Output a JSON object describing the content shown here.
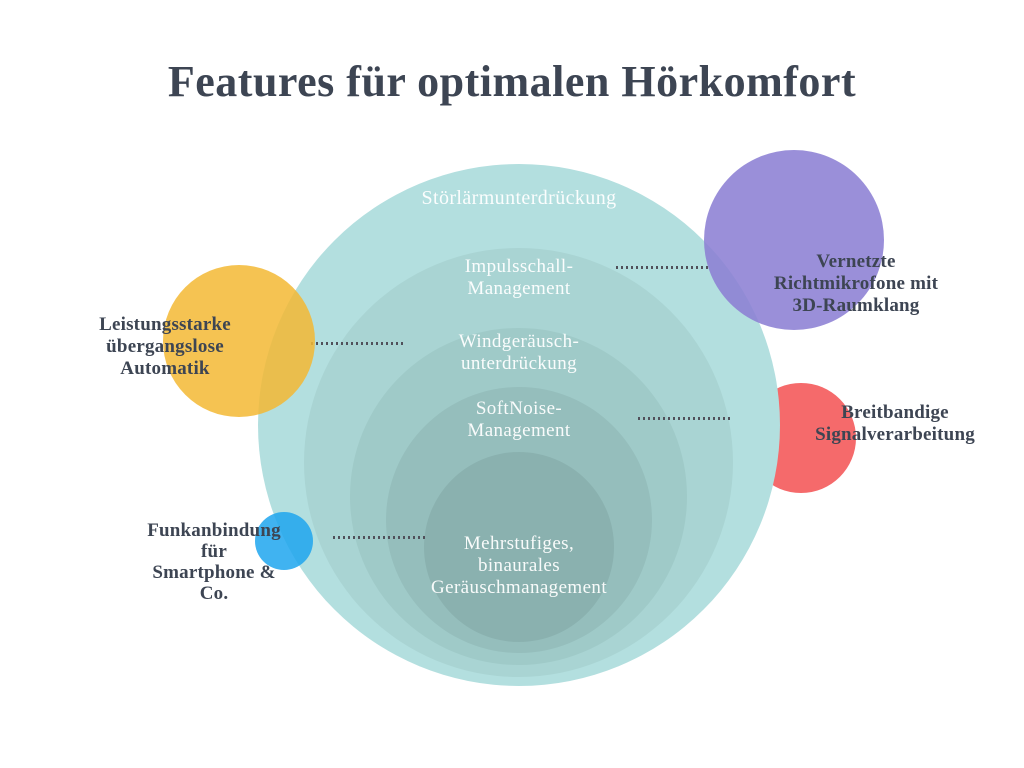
{
  "title": "Features für optimalen Hörkomfort",
  "colors": {
    "title_text": "#3d4553",
    "ring_label_text": "#ffffff",
    "satellite_label_text": "#3d4553",
    "connector_dots": "#50505a",
    "background": "#ffffff",
    "ring_colors": [
      "#b3dfdf",
      "#a9d4d3",
      "#9fcac8",
      "#95bebc",
      "#8ab1af"
    ],
    "satellite_yellow": "#f3b834",
    "satellite_purple": "#8c7fd4",
    "satellite_red": "#f56a6b",
    "satellite_blue": "#1ea6ee"
  },
  "rings": [
    {
      "label": "Störlärmunterdrückung"
    },
    {
      "label": "Impulsschall-\nManagement"
    },
    {
      "label": "Windgeräusch-\nunterdrückung"
    },
    {
      "label": "SoftNoise-\nManagement"
    },
    {
      "label": "Mehrstufiges,\nbinaurales\nGeräuschmanagement"
    }
  ],
  "satellites": [
    {
      "label": "Leistungsstarke\nübergangslose\nAutomatik",
      "circle": "yellow"
    },
    {
      "label": "Vernetzte\nRichtmikrofone mit\n3D-Raumklang",
      "circle": "purple"
    },
    {
      "label": "Breitbandige\nSignalverarbeitung",
      "circle": "red"
    },
    {
      "label": "Funkanbindung\nfür\nSmartphone &\nCo.",
      "circle": "blue"
    }
  ]
}
